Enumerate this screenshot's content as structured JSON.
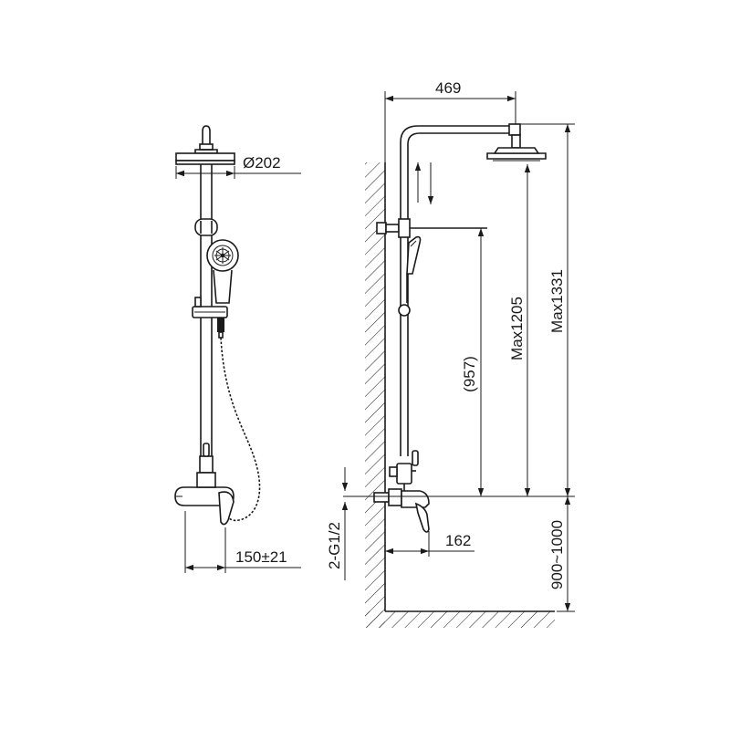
{
  "dimensions": {
    "head_diameter": "Ø202",
    "mixer_projection": "150±21",
    "arm_length": "469",
    "spout_length": "162",
    "inlet_thread": "2-G1/2",
    "slider_height": "(957)",
    "head_height_max": "Max1205",
    "total_height_max": "Max1331",
    "install_height": "900~1000"
  }
}
